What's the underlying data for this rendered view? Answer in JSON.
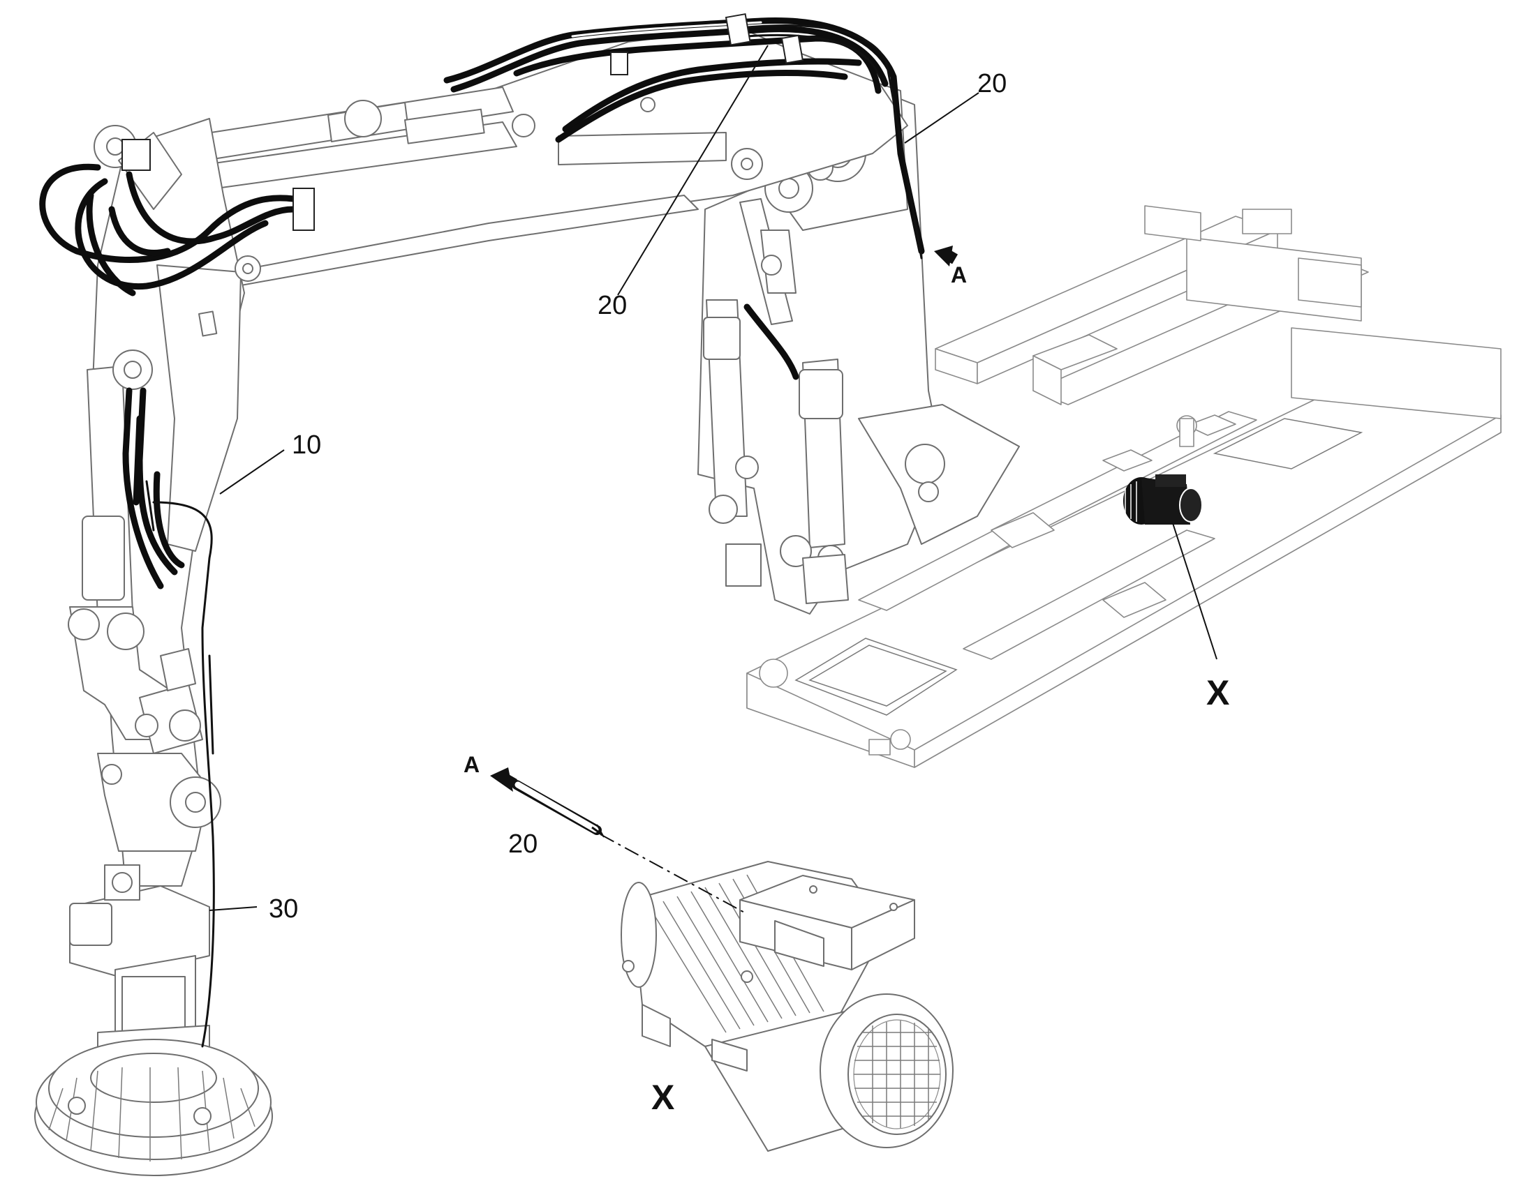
{
  "callouts": {
    "part_10": "10",
    "part_20_top_right": "20",
    "part_20_center": "20",
    "part_20_detail": "20",
    "part_30": "30",
    "detail_x_frame": "X",
    "detail_x_motor": "X",
    "view_a_frame": "A",
    "view_a_detail": "A"
  }
}
